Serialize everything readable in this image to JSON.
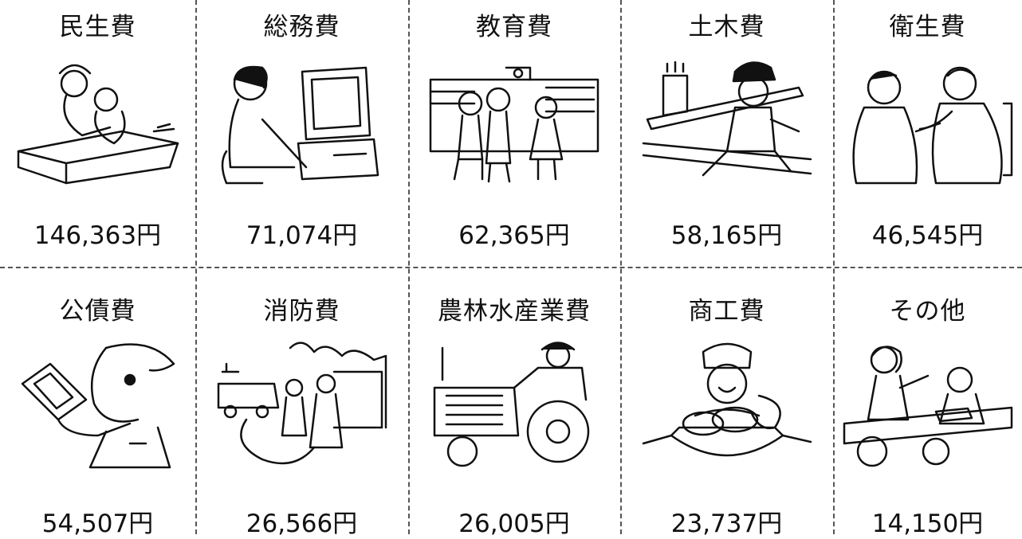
{
  "items": [
    {
      "title": "民生費",
      "amount": "146,363円",
      "icon": "nurse-care-icon"
    },
    {
      "title": "総務費",
      "amount": "71,074円",
      "icon": "office-computer-icon"
    },
    {
      "title": "教育費",
      "amount": "62,365円",
      "icon": "school-children-icon"
    },
    {
      "title": "土木費",
      "amount": "58,165円",
      "icon": "construction-worker-icon"
    },
    {
      "title": "衛生費",
      "amount": "46,545円",
      "icon": "doctor-checkup-icon"
    },
    {
      "title": "公債費",
      "amount": "54,507円",
      "icon": "bond-passbook-icon"
    },
    {
      "title": "消防費",
      "amount": "26,566円",
      "icon": "firefighters-icon"
    },
    {
      "title": "農林水産業費",
      "amount": "26,005円",
      "icon": "farmer-tractor-icon"
    },
    {
      "title": "商工費",
      "amount": "23,737円",
      "icon": "baker-bread-icon"
    },
    {
      "title": "その他",
      "amount": "14,150円",
      "icon": "public-office-counter-icon"
    }
  ]
}
